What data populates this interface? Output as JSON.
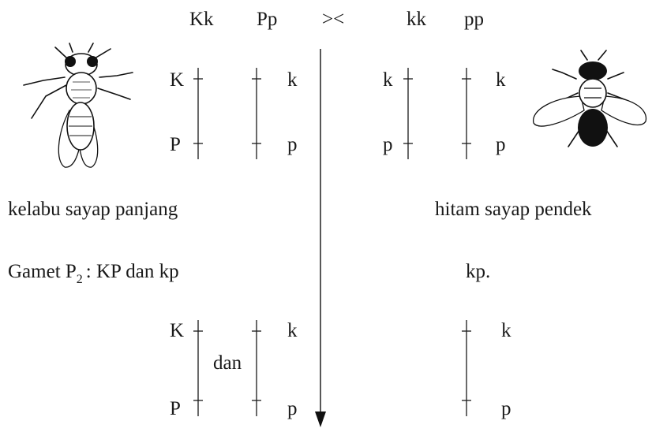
{
  "header": {
    "p1_gene1": "Kk",
    "p1_gene2": "Pp",
    "cross_symbol": "><",
    "p2_gene1": "kk",
    "p2_gene2": "pp"
  },
  "left_chromosomes": {
    "a1": "K",
    "a2": "P",
    "b1": "k",
    "b2": "p"
  },
  "right_chromosomes": {
    "a1": "k",
    "a2": "p",
    "b1": "k",
    "b2": "p"
  },
  "phenotypes": {
    "left": "kelabu sayap panjang",
    "right": "hitam sayap pendek"
  },
  "gametes": {
    "label": "Gamet P",
    "subscript": "2",
    "left_values": ": KP dan kp",
    "right_values": "kp."
  },
  "gamete_chromosomes_left": {
    "a1": "K",
    "a2": "P",
    "connector": "dan",
    "b1": "k",
    "b2": "p"
  },
  "gamete_chromosomes_right": {
    "b1": "k",
    "b2": "p"
  },
  "icons": {
    "left": "grey-long-winged-fly-icon",
    "right": "black-short-winged-fly-icon"
  }
}
